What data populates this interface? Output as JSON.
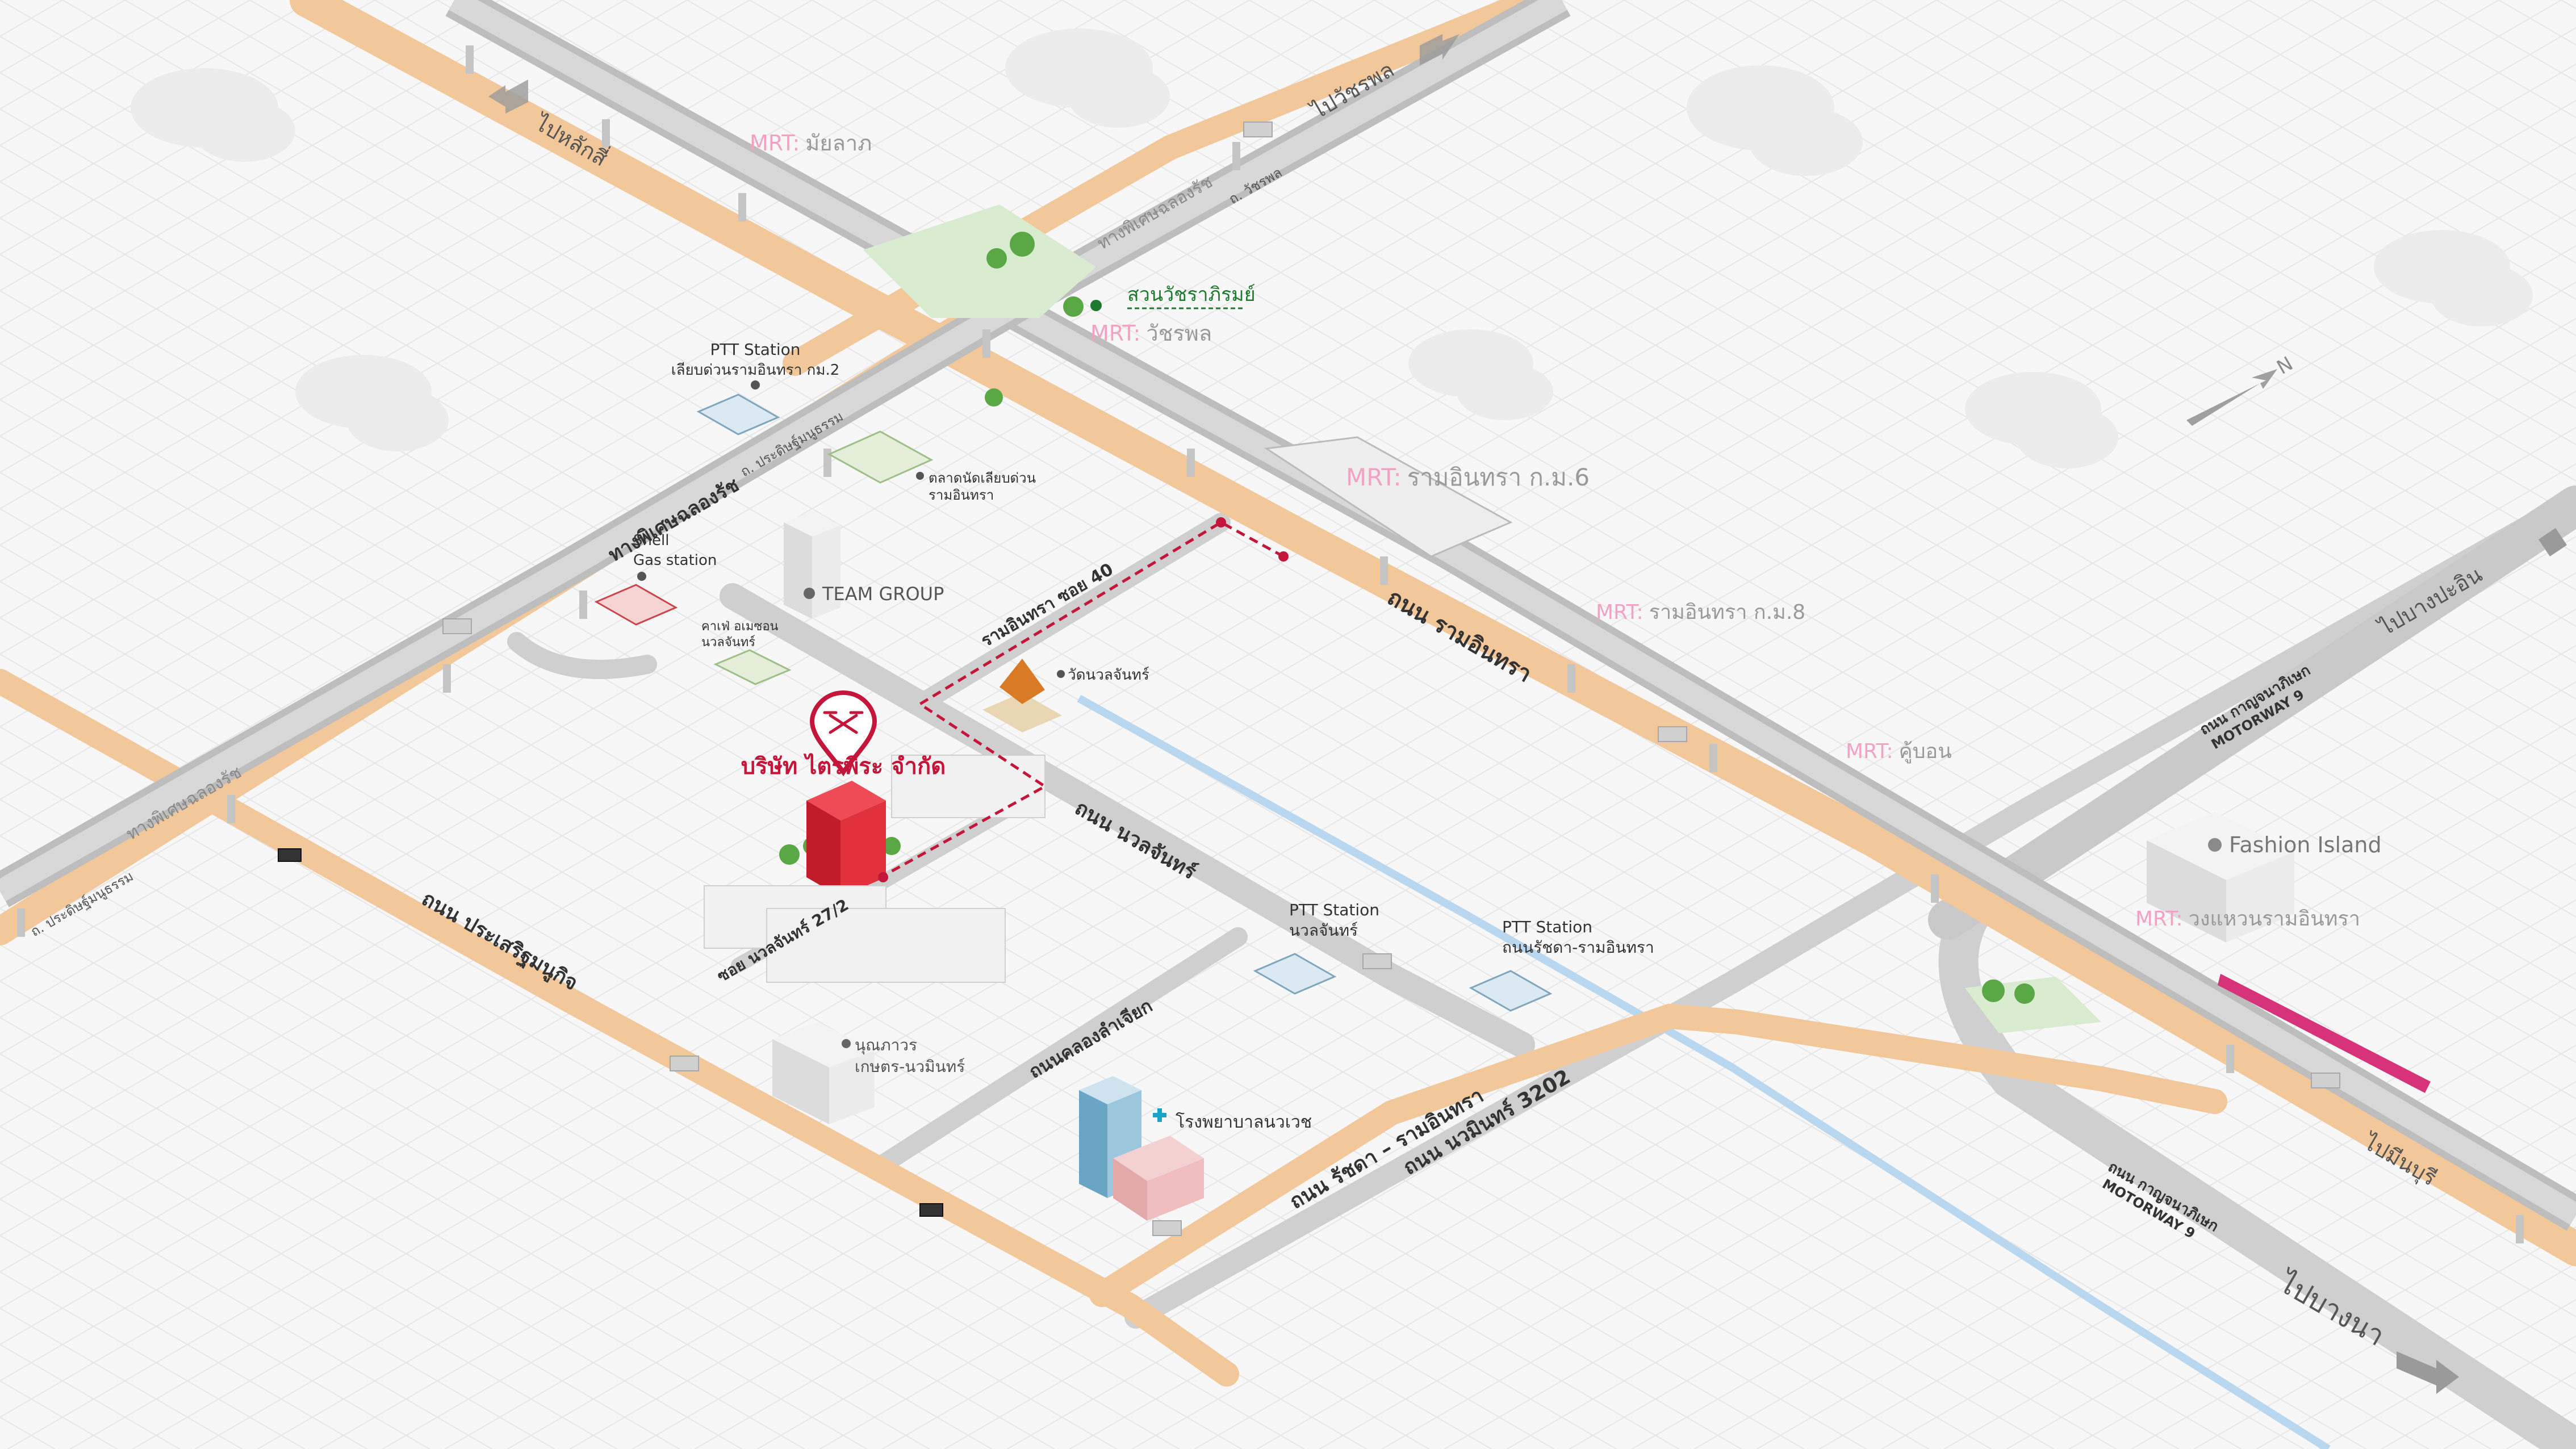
{
  "colors": {
    "background": "#f7f7f7",
    "grid": "#e6e6e6",
    "expressway": "#bdbdbd",
    "expressway_top": "#d8d8d8",
    "local_road": "#cfcfcf",
    "orange_road": "#f2c79a",
    "orange_road_edge": "#e9a56a",
    "canal": "#b9d8ef",
    "route": "#c4163a",
    "company": "#d4202f",
    "mrt_pink": "#f2a3c4",
    "park_green": "#5aa845",
    "park_label": "#1f7a2f",
    "hospital_cross": "#1aa3c4"
  },
  "company": {
    "name": "บริษัท ไตรพีระ จำกัด",
    "pin_icon": "drone-icon"
  },
  "north": {
    "label": "N"
  },
  "directions": {
    "to_lak_si": "ไปหลักสี่",
    "to_watcharaphon": "ไปวัชรพล",
    "to_bang_pa_in": "ไปบางปะอิน",
    "to_min_buri": "ไปมีนบุรี",
    "to_bang_na": "ไปบางนา"
  },
  "roads": {
    "expressway_1": "ทางพิเศษฉลองรัช",
    "expressway_2": "ทางพิเศษฉลองรัช",
    "expressway_3": "ทางพิเศษฉลองรัช",
    "ram_inthra": "ถนน รามอินทรา",
    "nuanchan": "ถนน นวลจันทร์",
    "prasert_manukit": "ถนน ประเสริฐมนูกิจ",
    "ramintra_soi40": "รามอินทรา ซอย 40",
    "nuanchan_soi": "ซอย นวลจันทร์ 27/2",
    "khlong_lam_chiak": "ถนนคลองลำเจียก",
    "ratchada_ramintra": "ถนน รัชดา – รามอินทรา",
    "nawamin": "ถนน นวมินทร์ 3202",
    "motorway_top_th": "ถนน กาญจนาภิเษก",
    "motorway_top_en": "MOTORWAY 9",
    "motorway_bottom_th": "ถนน กาญจนาภิเษก",
    "motorway_bottom_en": "MOTORWAY 9",
    "pradit_1": "ถ. ประดิษฐ์มนูธรรม",
    "pradit_2": "ถ. ประดิษฐ์มนูธรรม",
    "watcharaphon_small": "ถ. วัชรพล"
  },
  "mrt": [
    {
      "prefix": "MRT:",
      "name": "มัยลาภ"
    },
    {
      "prefix": "MRT:",
      "name": "วัชรพล"
    },
    {
      "prefix": "MRT:",
      "name": "รามอินทรา ก.ม.6"
    },
    {
      "prefix": "MRT:",
      "name": "รามอินทรา ก.ม.8"
    },
    {
      "prefix": "MRT:",
      "name": "คู้บอน"
    },
    {
      "prefix": "MRT:",
      "name": "วงแหวนรามอินทรา"
    }
  ],
  "pois": {
    "park": "สวนวัชราภิรมย์",
    "ptt1_line1": "PTT Station",
    "ptt1_line2": "เลียบด่วนรามอินทรา กม.2",
    "market_line1": "ตลาดนัดเลียบด่วน",
    "market_line2": "รามอินทรา",
    "shell_line1": "Shell",
    "shell_line2": "Gas station",
    "team_group": "TEAM GROUP",
    "cafe_line1": "คาเฟ่ อเมซอน",
    "cafe_line2": "นวลจันทร์",
    "wat": "วัดนวลจันทร์",
    "ptt2_line1": "PTT Station",
    "ptt2_line2": "นวลจันทร์",
    "ptt3_line1": "PTT Station",
    "ptt3_line2": "ถนนรัชดา-รามอินทรา",
    "school_line1": "นุณภาวร",
    "school_line2": "เกษตร-นวมินทร์",
    "hospital": "โรงพยาบาลนวเวช",
    "fashion_island": "Fashion Island"
  }
}
